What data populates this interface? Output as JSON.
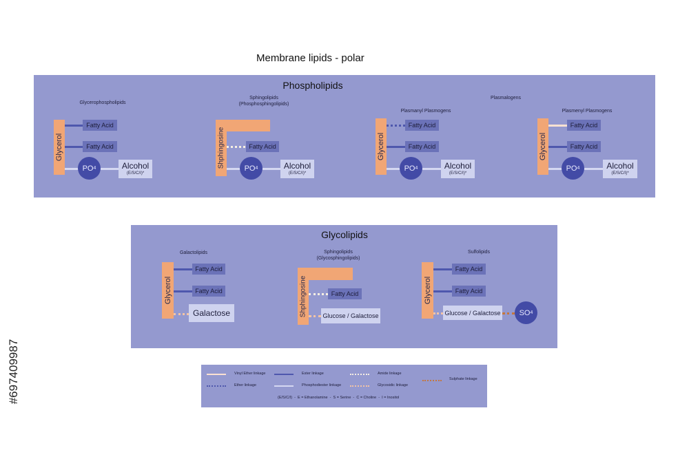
{
  "title": "Membrane lipids - polar",
  "phospholipids": {
    "title": "Phospholipids",
    "plasmalogens_label": "Plasmalogens",
    "groups": [
      {
        "caption": "Glycerophospholipids",
        "backbone": "Glycerol",
        "chain1": "Fatty Acid",
        "chain2": "Fatty Acid",
        "phosphate": "PO",
        "phosphate_sub": "4",
        "head": "Alcohol",
        "head_note": "(E/S/C/I)*"
      },
      {
        "caption": "Sphingolipids\n(Phosphosphingolipids)",
        "backbone": "Shphingosine",
        "chain2": "Fatty Acid",
        "phosphate": "PO",
        "phosphate_sub": "4",
        "head": "Alcohol",
        "head_note": "(E/S/C/I)*"
      },
      {
        "caption": "Plasmanyl Plasmogens",
        "backbone": "Glycerol",
        "chain1": "Fatty Acid",
        "chain2": "Fatty Acid",
        "phosphate": "PO",
        "phosphate_sub": "4",
        "head": "Alcohol",
        "head_note": "(E/S/C/I)*"
      },
      {
        "caption": "Plasmenyl Plasmogens",
        "backbone": "Glycerol",
        "chain1": "Fatty Acid",
        "chain2": "Fatty Acid",
        "phosphate": "PO",
        "phosphate_sub": "4",
        "head": "Alcohol",
        "head_note": "(E/S/C/I)*"
      }
    ]
  },
  "glycolipids": {
    "title": "Glycolipids",
    "groups": [
      {
        "caption": "Galactolipids",
        "backbone": "Glycerol",
        "chain1": "Fatty Acid",
        "chain2": "Fatty Acid",
        "sugar": "Galactose"
      },
      {
        "caption": "Sphingolipids\n(Glycosphingolipids)",
        "backbone": "Shphingosine",
        "chain2": "Fatty Acid",
        "sugar": "Glucose / Galactose"
      },
      {
        "caption": "Sulfolipids",
        "backbone": "Glycerol",
        "chain1": "Fatty Acid",
        "chain2": "Fatty Acid",
        "sugar": "Glucose / Galactose",
        "sulphate": "SO",
        "sulphate_sub": "4"
      }
    ]
  },
  "legend": {
    "vinyl_ether": "Vinyl Ether linkage",
    "ester": "Ester linkage",
    "amide": "Amide linkage",
    "ether": "Ether linkage",
    "phosphodiester": "Phosphodiester linkage",
    "glycosidic": "Glycosidic linkage",
    "sulphate": "Sulphate linkage",
    "footnote": "(E/S/C/I)  -  E = Ethanolamine  -  S = Serine  -  C = Choline  -  I = Inositol"
  },
  "colors": {
    "panel": "#9499cf",
    "backbone": "#f1a675",
    "fatty_acid_box": "#6b72b8",
    "phosphate_circle": "#434ba6",
    "head_box": "#cfd3ef"
  },
  "watermark": "#697409987"
}
